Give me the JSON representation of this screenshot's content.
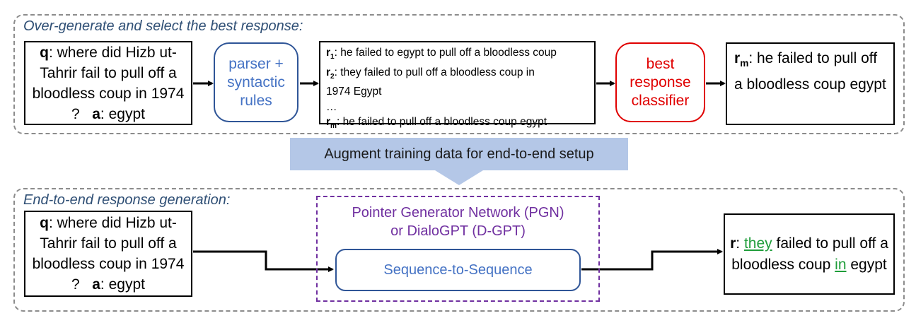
{
  "top_panel": {
    "title": "Over-generate and select the best response:",
    "question_box": {
      "q_label": "q",
      "question": ": where did Hizb ut-Tahrir fail to pull off a bloodless coup in 1974 ?",
      "a_label": "a",
      "answer": ": egypt"
    },
    "parser_box": {
      "line1": "parser +",
      "line2": "syntactic",
      "line3": "rules"
    },
    "candidates": {
      "r1_label": "r",
      "r1_sub": "1",
      "r1_text": ": he failed to egypt to pull off a bloodless coup",
      "r2_label": "r",
      "r2_sub": "2",
      "r2_text_line1": ": they failed to pull off a bloodless coup in",
      "r2_text_line2": "1974 Egypt",
      "ellipsis": "…",
      "rm_label": "r",
      "rm_sub": "m",
      "rm_text": ": he failed to pull off a bloodless coup egypt"
    },
    "classifier_box": {
      "line1": "best",
      "line2": "response",
      "line3": "classifier"
    },
    "output_box": {
      "label": "r",
      "sub": "m",
      "text": ": he failed to pull off a bloodless coup egypt"
    }
  },
  "augment_arrow": {
    "label": "Augment training data for end-to-end setup"
  },
  "bottom_panel": {
    "title": "End-to-end response generation:",
    "question_box": {
      "q_label": "q",
      "question": ": where did Hizb ut-Tahrir fail to pull off a bloodless coup in 1974 ?",
      "a_label": "a",
      "answer": ": egypt"
    },
    "model_title_line1": "Pointer Generator Network (PGN)",
    "model_title_line2": "or DialoGPT (D-GPT)",
    "seq2seq_label": "Sequence-to-Sequence",
    "output_box": {
      "label": "r",
      "part1": ": ",
      "word1": "they",
      "part2": " failed to pull off a bloodless coup ",
      "word2": "in",
      "part3": " egypt"
    }
  },
  "colors": {
    "panel_border": "#8c8c8c",
    "title_text": "#2f4f75",
    "blue_box_border": "#2f5597",
    "blue_box_text": "#4472c4",
    "red": "#e00000",
    "purple": "#7030a0",
    "augment_fill": "#b4c7e7",
    "highlight_green": "#1f9d3a"
  }
}
